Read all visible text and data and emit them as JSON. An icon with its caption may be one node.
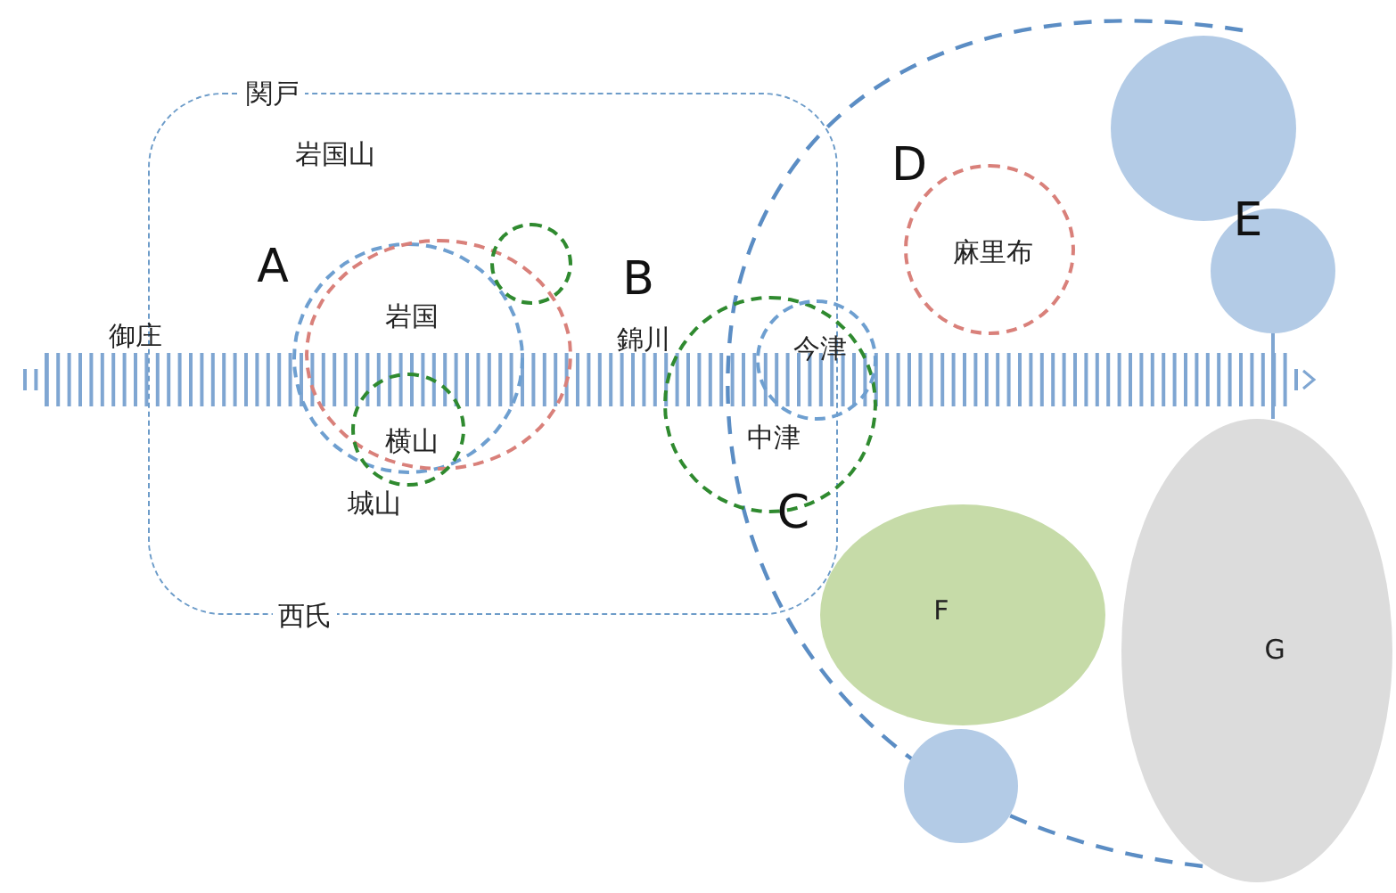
{
  "diagram": {
    "nodes": [
      {
        "text": [
          "関戸",
          "西氏"
        ]
      },
      {
        "text": [
          "岩国"
        ],
        "in": 0
      },
      {
        "text": [],
        "shape": "circle",
        "in": 0
      },
      {
        "text": [],
        "shape": "circle",
        "in": 0
      },
      {
        "text": [
          "横山"
        ],
        "in": 0
      },
      {
        "text": [
          "中津"
        ]
      },
      {
        "text": [
          "今津"
        ],
        "in": 5
      },
      {
        "text": [
          "麻里布"
        ]
      },
      {
        "text": [],
        "shape": "circle"
      },
      {
        "text": [],
        "shape": "circle"
      },
      {
        "text": [
          "F"
        ]
      },
      {
        "text": [
          "G"
        ]
      },
      {
        "text": [],
        "shape": "circle"
      }
    ],
    "edges": [
      {
        "from": 9,
        "to": 11,
        "arrow": "none"
      }
    ],
    "labels": [
      "岩国山",
      "A",
      "B",
      "御庄",
      "錦川",
      "城山",
      "C",
      "D",
      "E"
    ]
  }
}
